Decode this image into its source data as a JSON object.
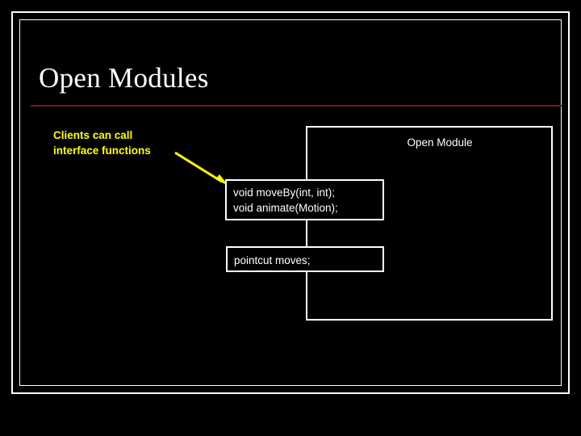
{
  "slide": {
    "title": "Open Modules",
    "background_color": "#000000",
    "frame_color": "#ffffff",
    "rule_color": "#7d1414",
    "callout": {
      "color": "#ffff00",
      "lines": [
        "Clients can call",
        "interface functions"
      ],
      "arrow_icon": "arrow-pointer-icon"
    },
    "module": {
      "label": "Open Module",
      "border_color": "#ffffff",
      "text_color": "#ffffff"
    },
    "boxes": [
      {
        "name": "methods",
        "lines": [
          "void moveBy(int, int);",
          "void animate(Motion);"
        ]
      },
      {
        "name": "pointcut",
        "lines": [
          "pointcut moves;"
        ]
      }
    ]
  }
}
